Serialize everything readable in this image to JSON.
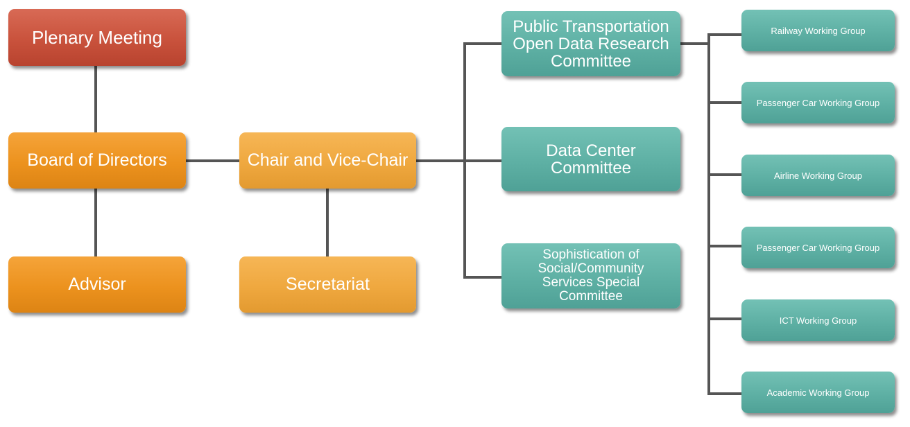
{
  "chart_data": {
    "type": "diagram",
    "nodes": {
      "plenary": "Plenary Meeting",
      "board": "Board of Directors",
      "advisor": "Advisor",
      "chair": "Chair and Vice-Chair",
      "secretariat": "Secretariat",
      "committees": [
        "Public Transportation\nOpen Data Research\nCommittee",
        "Data Center\nCommittee",
        "Sophistication of\nSocial/Community\nServices Special\nCommittee"
      ],
      "working_groups": [
        "Railway Working Group",
        "Passenger Car Working Group",
        "Airline Working Group",
        "Passenger Car Working Group",
        "ICT Working Group",
        "Academic Working Group"
      ]
    },
    "edges": [
      [
        "Plenary Meeting",
        "Board of Directors"
      ],
      [
        "Board of Directors",
        "Advisor"
      ],
      [
        "Board of Directors",
        "Chair and Vice-Chair"
      ],
      [
        "Chair and Vice-Chair",
        "Secretariat"
      ],
      [
        "Chair and Vice-Chair",
        "Public Transportation Open Data Research Committee"
      ],
      [
        "Chair and Vice-Chair",
        "Data Center Committee"
      ],
      [
        "Chair and Vice-Chair",
        "Sophistication of Social/Community Services Special Committee"
      ],
      [
        "Public Transportation Open Data Research Committee",
        "Railway Working Group"
      ],
      [
        "Public Transportation Open Data Research Committee",
        "Passenger Car Working Group"
      ],
      [
        "Public Transportation Open Data Research Committee",
        "Airline Working Group"
      ],
      [
        "Public Transportation Open Data Research Committee",
        "Passenger Car Working Group"
      ],
      [
        "Public Transportation Open Data Research Committee",
        "ICT Working Group"
      ],
      [
        "Public Transportation Open Data Research Committee",
        "Academic Working Group"
      ]
    ],
    "colors": {
      "top_level": "#c9523c",
      "board_level": "#ec921e",
      "chair_level": "#efa83f",
      "committee_level": "#5eb0a4",
      "connector": "#555555"
    }
  }
}
